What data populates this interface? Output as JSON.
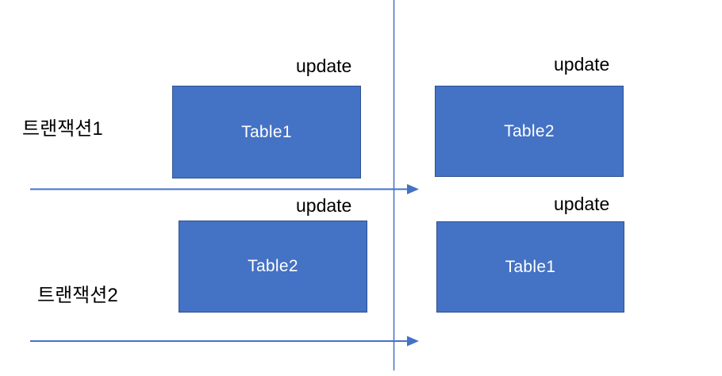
{
  "diagram": {
    "background_color": "#ffffff",
    "box_fill_color": "#4472C4",
    "box_border_color": "#2F528F",
    "box_text_color": "#ffffff",
    "line_color": "#4472C4",
    "label_text_color": "#000000",
    "lanes": [
      {
        "label": "트랜잭션1",
        "steps": [
          {
            "action": "update",
            "table": "Table1"
          },
          {
            "action": "update",
            "table": "Table2"
          }
        ]
      },
      {
        "label": "트랜잭션2",
        "steps": [
          {
            "action": "update",
            "table": "Table2"
          },
          {
            "action": "update",
            "table": "Table1"
          }
        ]
      }
    ]
  }
}
